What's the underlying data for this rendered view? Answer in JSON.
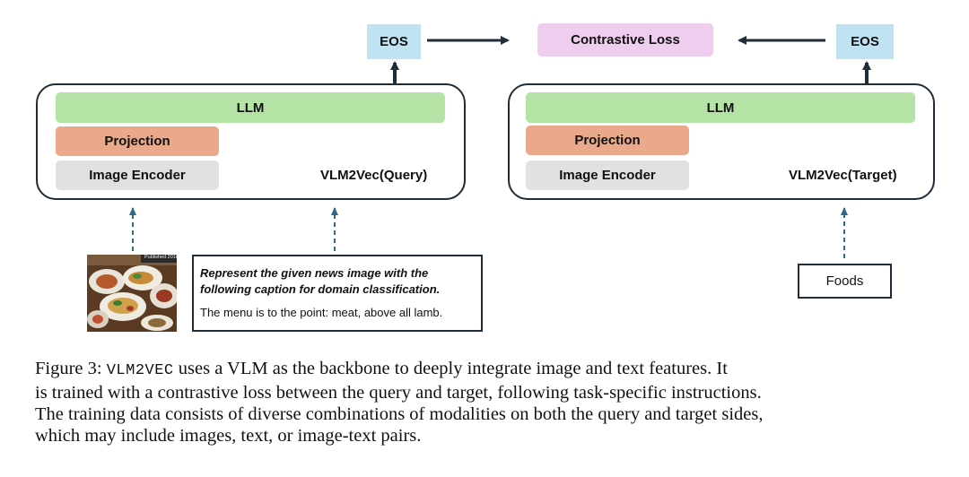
{
  "top": {
    "eos_left": "EOS",
    "contrastive_loss": "Contrastive Loss",
    "eos_right": "EOS"
  },
  "query_panel": {
    "llm": "LLM",
    "projection": "Projection",
    "image_encoder": "Image Encoder",
    "name": "VLM2Vec(Query)"
  },
  "target_panel": {
    "llm": "LLM",
    "projection": "Projection",
    "image_encoder": "Image Encoder",
    "name": "VLM2Vec(Target)"
  },
  "query_input": {
    "photo_stamp": "Published 2018",
    "instruction": "Represent the given news image with the following caption for domain classification.",
    "caption_text": "The menu is to the point: meat, above all lamb."
  },
  "target_input": {
    "text": "Foods"
  },
  "figure_caption": {
    "label": "Figure 3:",
    "model": "VLM2VEC",
    "line1_rest": "uses a VLM as the backbone to deeply integrate image and text features. It",
    "line2": "is trained with a contrastive loss between the query and target, following task-specific instructions.",
    "line3": "The training data consists of diverse combinations of modalities on both the query and target sides,",
    "line4": "which may include images, text, or image-text pairs."
  },
  "colors": {
    "llm": "#b5e3a6",
    "projection": "#eaa98a",
    "image_encoder": "#e1e1e1",
    "eos": "#bfe3f3",
    "contrastive_loss": "#efcdef",
    "border": "#1f2d3a",
    "dashed_arrow": "#2e6a88"
  }
}
